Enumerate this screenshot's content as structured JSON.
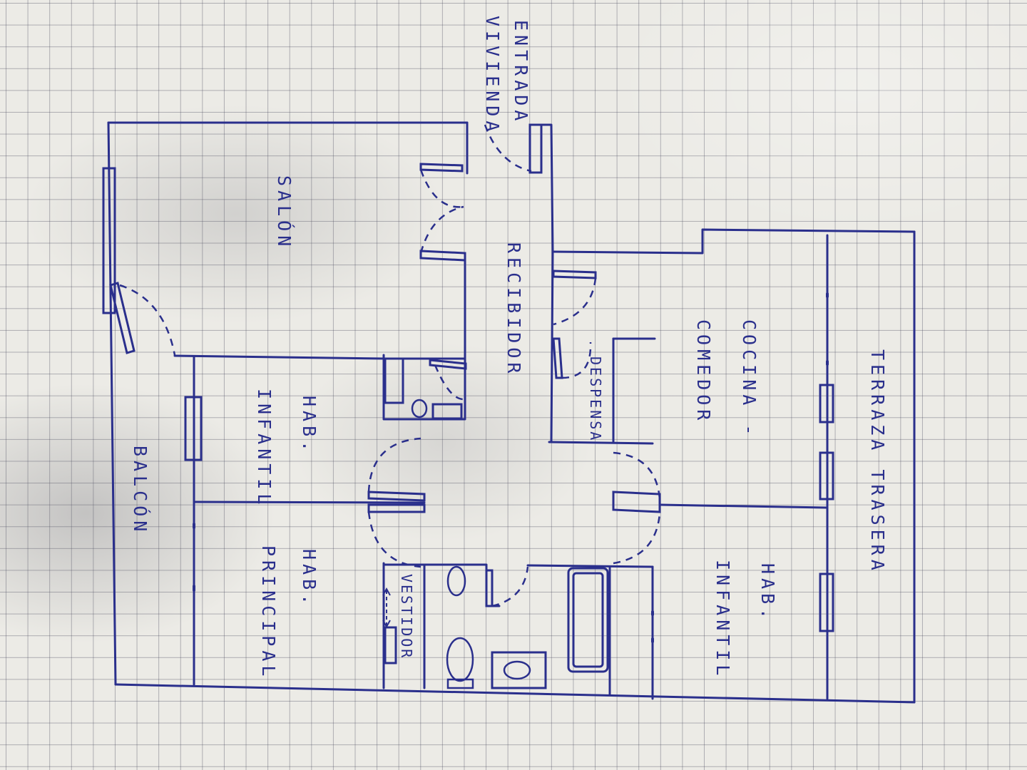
{
  "ink_color": "#2a2f8c",
  "paper_color": "#ecebe6",
  "labels": {
    "entrada_1": "ENTRADA",
    "entrada_2": "VIVIENDA",
    "salon": "SALÓN",
    "recibidor": "RECIBIDOR",
    "despensa": "DESPENSA",
    "cocina_1": "COCINA -",
    "cocina_2": "COMEDOR",
    "terraza": "TERRAZA TRASERA",
    "hab_infantil_a_1": "HAB.",
    "hab_infantil_a_2": "INFANTIL",
    "balcon": "BALCÓN",
    "hab_principal_1": "HAB.",
    "hab_principal_2": "PRINCIPAL",
    "vestidor": "VESTIDOR",
    "hab_infantil_b_1": "HAB.",
    "hab_infantil_b_2": "INFANTIL"
  }
}
